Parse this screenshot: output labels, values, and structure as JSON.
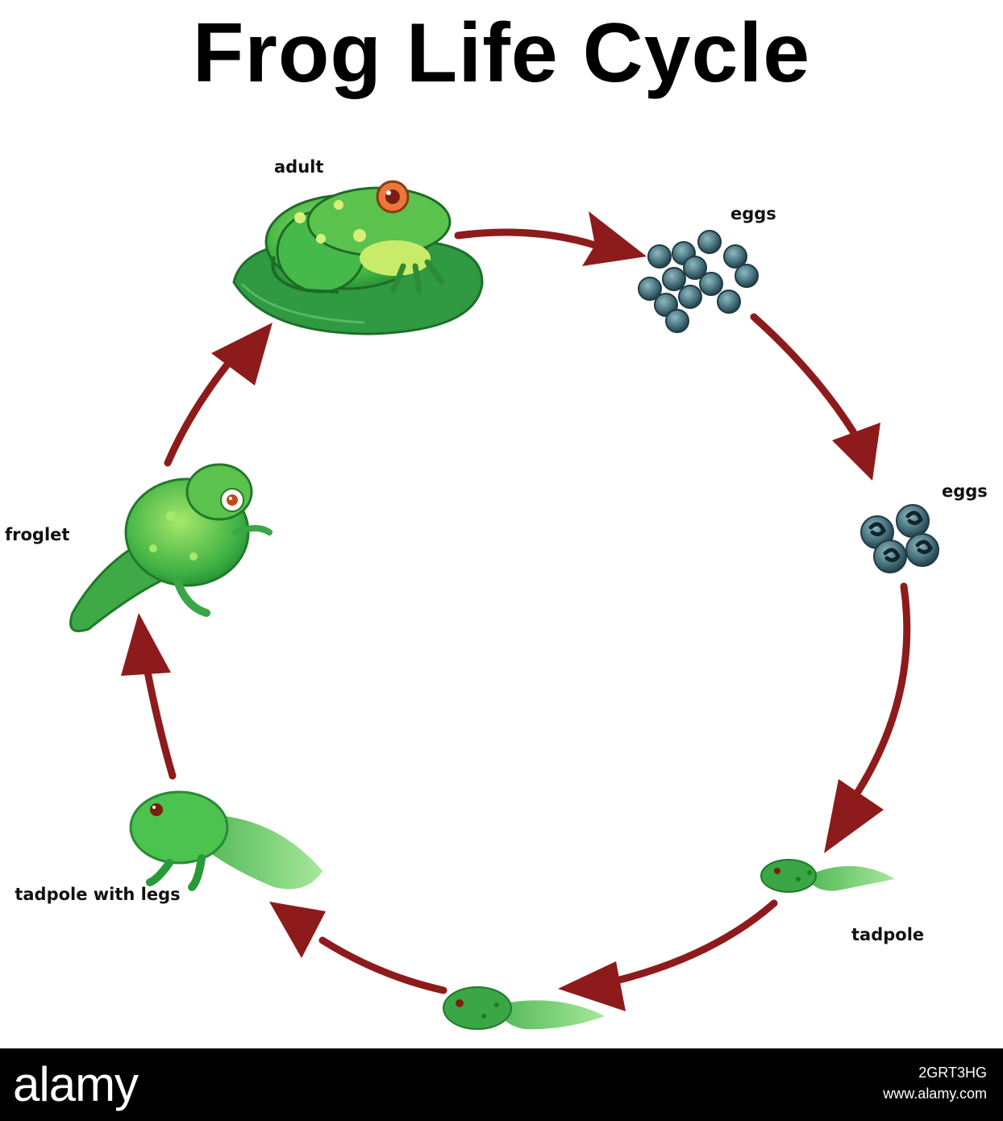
{
  "title": "Frog Life Cycle",
  "stages": {
    "adult": "adult",
    "eggs_cluster": "eggs",
    "eggs_developing": "eggs",
    "tadpole": "tadpole",
    "tadpole_with_legs": "tadpole with legs",
    "froglet": "froglet"
  },
  "colors": {
    "arrow": "#8e1b1b",
    "frog_green": "#2fa832",
    "leaf": "#2b8a3e",
    "egg": "#3f6f7a"
  },
  "footer": {
    "brand": "alamy",
    "image_id": "2GRT3HG",
    "url": "www.alamy.com"
  }
}
